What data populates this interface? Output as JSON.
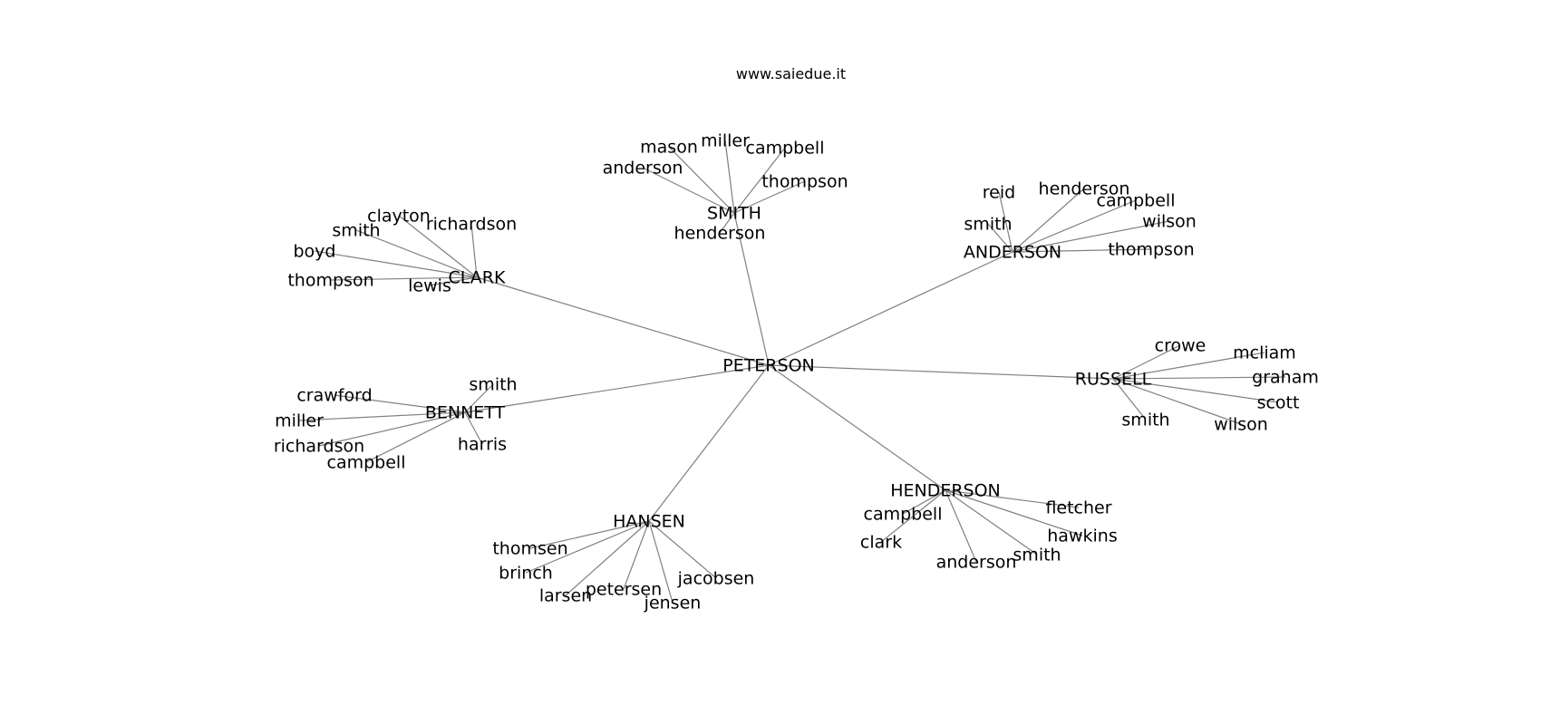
{
  "title": "www.saiedue.it",
  "center": "PETERSON",
  "edge_color": "#808080",
  "groups": [
    {
      "name": "CLARK",
      "children": [
        "clayton",
        "richardson",
        "smith",
        "boyd",
        "thompson",
        "lewis"
      ]
    },
    {
      "name": "SMITH",
      "children": [
        "mason",
        "miller",
        "campbell",
        "anderson",
        "thompson",
        "henderson"
      ]
    },
    {
      "name": "ANDERSON",
      "children": [
        "reid",
        "henderson",
        "campbell",
        "smith",
        "wilson",
        "thompson"
      ]
    },
    {
      "name": "BENNETT",
      "children": [
        "smith",
        "crawford",
        "miller",
        "richardson",
        "campbell",
        "harris"
      ]
    },
    {
      "name": "RUSSELL",
      "children": [
        "crowe",
        "mcliam",
        "graham",
        "scott",
        "smith",
        "wilson"
      ]
    },
    {
      "name": "HANSEN",
      "children": [
        "thomsen",
        "brinch",
        "larsen",
        "petersen",
        "jensen",
        "jacobsen"
      ]
    },
    {
      "name": "HENDERSON",
      "children": [
        "campbell",
        "clark",
        "anderson",
        "smith",
        "fletcher",
        "hawkins"
      ]
    }
  ]
}
